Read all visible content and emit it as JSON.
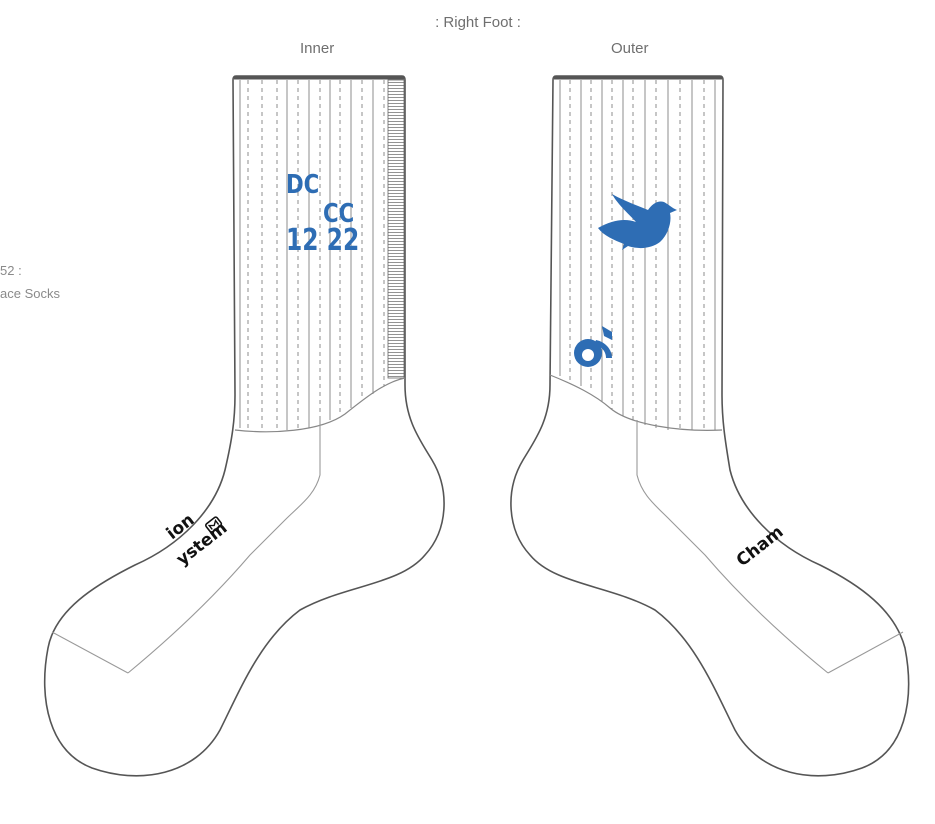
{
  "header": {
    "title": ": Right Foot :"
  },
  "views": {
    "inner_label": "Inner",
    "outer_label": "Outer"
  },
  "side_label": {
    "line1": "52 :",
    "line2": "ace Socks"
  },
  "inner_design": {
    "logo_line1": "DC",
    "logo_line2": "CC",
    "logo_line3": "12 22",
    "brand_text_line1": "ion",
    "brand_text_line2": "ystem"
  },
  "outer_design": {
    "brand_text": "Cham"
  },
  "colors": {
    "accent": "#2e6db4",
    "outline": "#555555",
    "stitch": "#8c8c8c",
    "brand_text": "#111111"
  },
  "icons": {
    "outer_upper": "dove-icon",
    "outer_lower": "brand-swirl-icon",
    "inner_brand": "brand-m-icon"
  }
}
